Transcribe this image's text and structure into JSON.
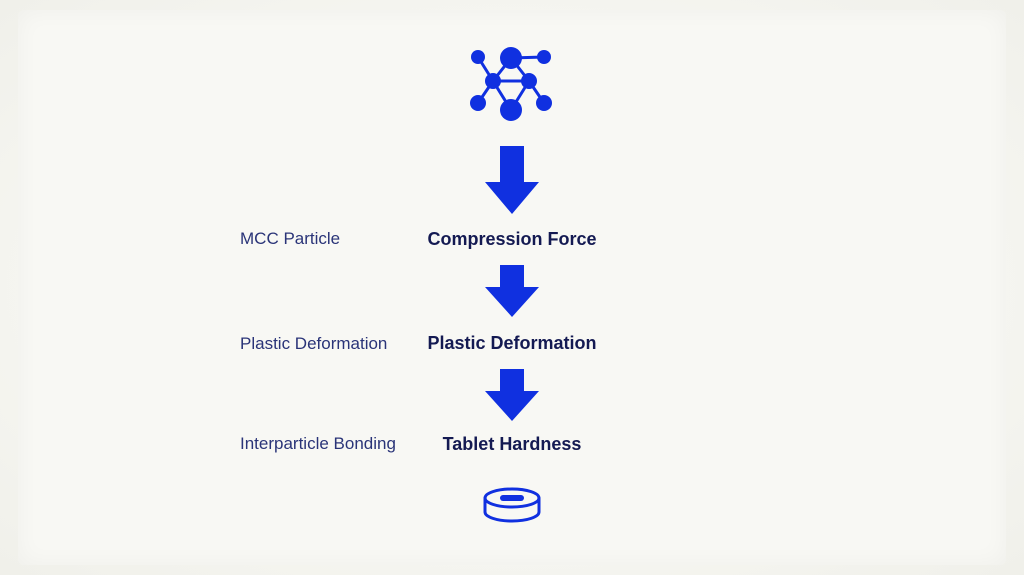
{
  "colors": {
    "accent": "#1030e0",
    "side_text": "#2a3478",
    "step_text": "#141a52",
    "background": "#f8f8f4"
  },
  "icons": {
    "top": "molecule-network-icon",
    "bottom": "tablet-icon",
    "arrows": "arrow-down-icon"
  },
  "side_labels": [
    "MCC Particle",
    "Plastic Deformation",
    "Interparticle Bonding"
  ],
  "steps": [
    "Compression Force",
    "Plastic Deformation",
    "Tablet Hardness"
  ]
}
